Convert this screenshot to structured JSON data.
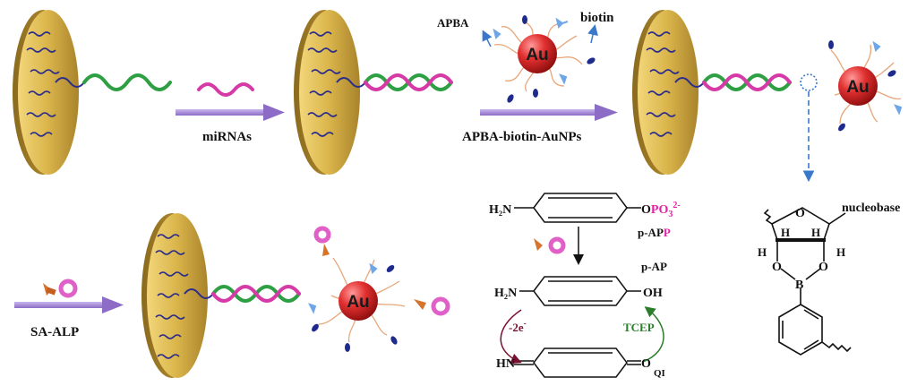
{
  "labels": {
    "step1": "miRNAs",
    "step2": "APBA-biotin-AuNPs",
    "step3": "SA-ALP",
    "apba": "APBA",
    "biotin": "biotin",
    "au": "Au",
    "nucleobase": "nucleobase",
    "h2n_top": "H₂N",
    "opo3": "OPO",
    "opo3_sub": "3",
    "opo3_sup": "2-",
    "papp_main": "p-AP",
    "papp_tail": "P",
    "pap": "p-AP",
    "h2n_mid": "H₂N",
    "oh": "OH",
    "hn": "HN",
    "o_q": "O",
    "qi": "QI",
    "minus2e": "-2e",
    "minus2e_sup": "-",
    "tcep": "TCEP",
    "o_ring": "O",
    "h_l": "H",
    "h_r": "H",
    "h_bl": "H",
    "h_br": "H",
    "o_bl": "O",
    "o_br": "O",
    "b": "B"
  },
  "colors": {
    "electrode": "#d9b44a",
    "probe_green": "#2ea043",
    "mirna_pink": "#d63aa6",
    "anchor_blue": "#2b2d8c",
    "gold_np": "#d92a2a",
    "arrow_purple": "#a78bd6",
    "opo3": "#e51fa6",
    "tcep": "#2a7d2a",
    "oxid": "#7a1030"
  }
}
